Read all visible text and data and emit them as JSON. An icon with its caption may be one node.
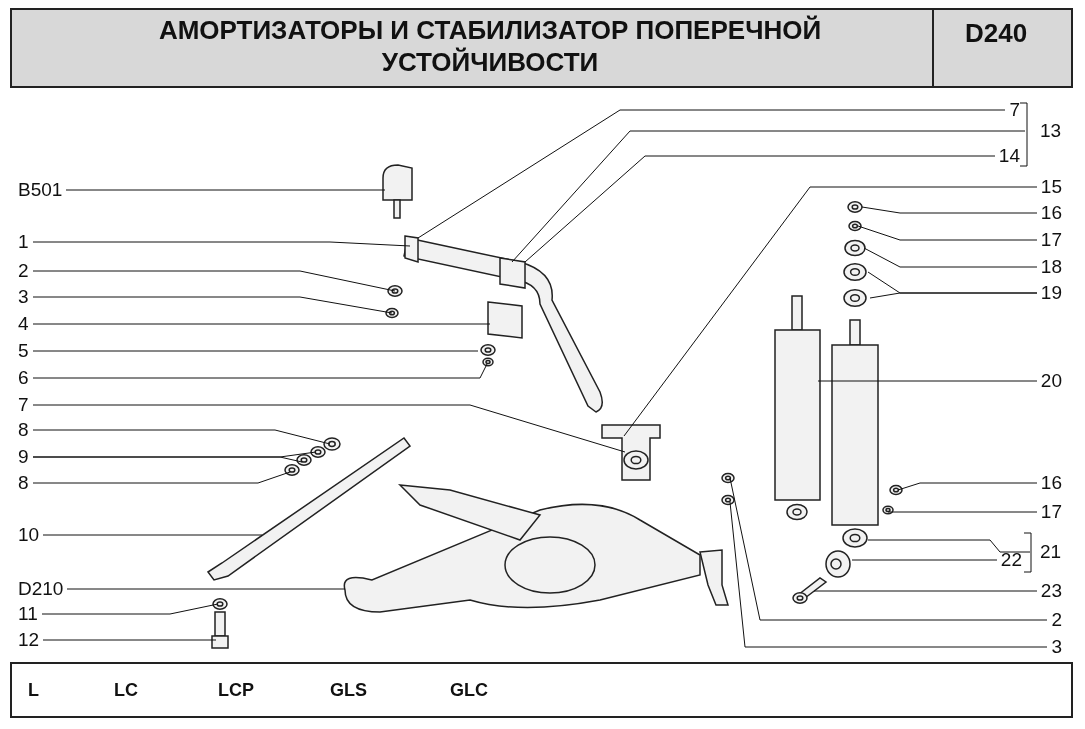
{
  "diagram": {
    "title": "АМОРТИЗАТОРЫ И СТАБИЛИЗАТОР ПОПЕРЕЧНОЙ УСТОЙЧИВОСТИ",
    "nodes": [
      {
        "text": [
          "B501"
        ]
      },
      {
        "text": [
          "1"
        ]
      },
      {
        "text": [
          "2"
        ]
      },
      {
        "text": [
          "3"
        ]
      },
      {
        "text": [
          "4"
        ]
      },
      {
        "text": [
          "5"
        ]
      },
      {
        "text": [
          "6"
        ]
      },
      {
        "text": [
          "7"
        ]
      },
      {
        "text": [
          "8"
        ]
      },
      {
        "text": [
          "9"
        ]
      },
      {
        "text": [
          "8"
        ]
      },
      {
        "text": [
          "10"
        ]
      },
      {
        "text": [
          "D210"
        ]
      },
      {
        "text": [
          "11"
        ]
      },
      {
        "text": [
          "12"
        ]
      },
      {
        "text": [
          "7"
        ]
      },
      {
        "text": [
          "13"
        ]
      },
      {
        "text": [
          "14"
        ]
      },
      {
        "text": [
          "15"
        ]
      },
      {
        "text": [
          "16"
        ]
      },
      {
        "text": [
          "17"
        ]
      },
      {
        "text": [
          "18"
        ]
      },
      {
        "text": [
          "19"
        ]
      },
      {
        "text": [
          "20"
        ]
      },
      {
        "text": [
          "16"
        ]
      },
      {
        "text": [
          "17"
        ]
      },
      {
        "text": [
          "21"
        ]
      },
      {
        "text": [
          "22"
        ]
      },
      {
        "text": [
          "23"
        ]
      },
      {
        "text": [
          "2"
        ]
      },
      {
        "text": [
          "3"
        ]
      }
    ],
    "edges": [
      {
        "from": 0,
        "to": null,
        "arrow": "none"
      },
      {
        "from": 1,
        "to": null,
        "arrow": "none"
      },
      {
        "from": 2,
        "to": null,
        "arrow": "none"
      },
      {
        "from": 3,
        "to": null,
        "arrow": "none"
      },
      {
        "from": 4,
        "to": null,
        "arrow": "none"
      },
      {
        "from": 5,
        "to": null,
        "arrow": "none"
      },
      {
        "from": 6,
        "to": null,
        "arrow": "none"
      },
      {
        "from": 7,
        "to": null,
        "arrow": "none"
      },
      {
        "from": 8,
        "to": null,
        "arrow": "none"
      },
      {
        "from": 9,
        "to": null,
        "arrow": "none"
      },
      {
        "from": 10,
        "to": null,
        "arrow": "none"
      },
      {
        "from": 11,
        "to": null,
        "arrow": "none"
      },
      {
        "from": 12,
        "to": null,
        "arrow": "none"
      },
      {
        "from": 13,
        "to": null,
        "arrow": "none"
      },
      {
        "from": 14,
        "to": null,
        "arrow": "none"
      },
      {
        "from": 15,
        "to": null,
        "arrow": "none"
      },
      {
        "from": 16,
        "to": null,
        "arrow": "none"
      },
      {
        "from": 17,
        "to": null,
        "arrow": "none"
      },
      {
        "from": 18,
        "to": null,
        "arrow": "none"
      },
      {
        "from": 19,
        "to": null,
        "arrow": "none"
      },
      {
        "from": 20,
        "to": null,
        "arrow": "none"
      },
      {
        "from": 21,
        "to": null,
        "arrow": "none"
      },
      {
        "from": 22,
        "to": null,
        "arrow": "none"
      },
      {
        "from": 23,
        "to": null,
        "arrow": "none"
      },
      {
        "from": 24,
        "to": null,
        "arrow": "none"
      },
      {
        "from": 25,
        "to": null,
        "arrow": "none"
      },
      {
        "from": 26,
        "to": null,
        "arrow": "none"
      },
      {
        "from": 27,
        "to": null,
        "arrow": "none"
      },
      {
        "from": 28,
        "to": null,
        "arrow": "none"
      },
      {
        "from": 29,
        "to": null,
        "arrow": "none"
      },
      {
        "from": 30,
        "to": null,
        "arrow": "none"
      }
    ],
    "labels": [
      "D240",
      "L",
      "LC",
      "LCP",
      "GLS",
      "GLC"
    ]
  }
}
